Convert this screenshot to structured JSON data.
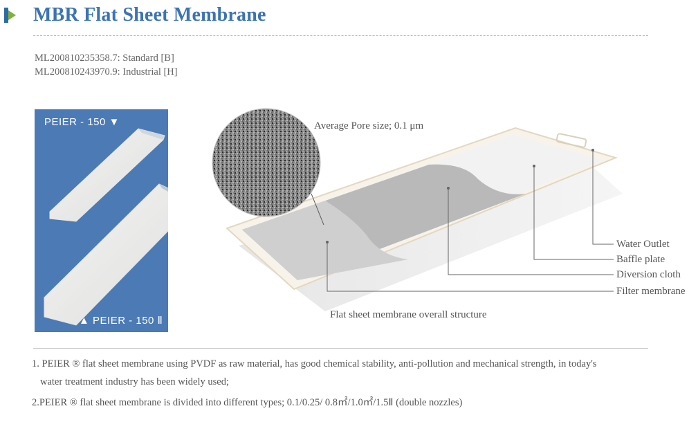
{
  "page": {
    "title": "MBR Flat Sheet Membrane",
    "codes": [
      "ML200810235358.7: Standard [B]",
      "ML200810243970.9: Industrial [H]"
    ]
  },
  "products": {
    "top_label": "PEIER - 150 ▼",
    "bottom_label": "▲ PEIER - 150 Ⅱ"
  },
  "diagram": {
    "pore_label": "Average Pore size; 0.1 μm",
    "caption": "Flat sheet membrane overall structure",
    "callouts": [
      "Water Outlet",
      "Baffle plate",
      "Diversion cloth",
      "Filter membrane"
    ]
  },
  "notes": {
    "line1": "1. PEIER ® flat sheet membrane using PVDF as raw material, has good chemical stability, anti-pollution and mechanical strength, in today's",
    "line1b": "water treatment industry has been widely used;",
    "line2": "2.PEIER ® flat sheet membrane is divided into different types; 0.1/0.25/ 0.8㎡/1.0㎡/1.5Ⅱ (double nozzles)"
  },
  "colors": {
    "title": "#3c73b5",
    "panel": "#4c7ab4",
    "accent_green": "#7fb23a"
  }
}
